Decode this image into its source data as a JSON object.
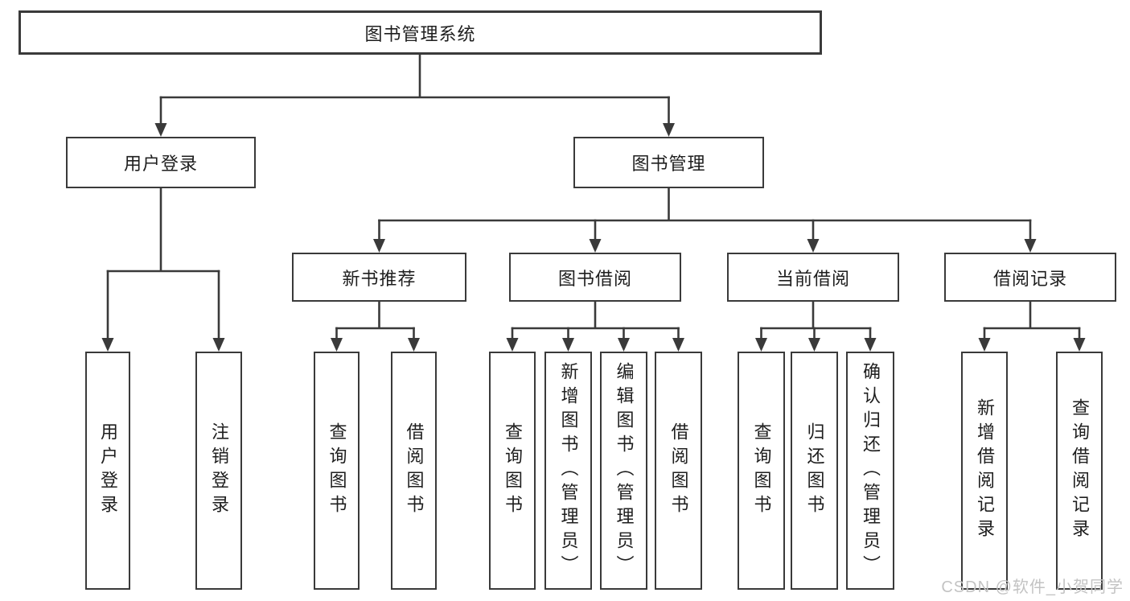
{
  "colors": {
    "line": "#3a3a3a",
    "border": "#3a3a3a",
    "text": "#1e1e1e",
    "background": "#ffffff",
    "watermark": "#c3c3c3"
  },
  "watermark": {
    "text": "CSDN @软件_小贺同学"
  },
  "diagram": {
    "root": {
      "label": "图书管理系统"
    },
    "branches": [
      {
        "label": "用户登录",
        "children": [
          {
            "label": "用户登录"
          },
          {
            "label": "注销登录"
          }
        ]
      },
      {
        "label": "图书管理",
        "children": [
          {
            "label": "新书推荐",
            "children": [
              {
                "label": "查询图书"
              },
              {
                "label": "借阅图书"
              }
            ]
          },
          {
            "label": "图书借阅",
            "children": [
              {
                "label": "查询图书"
              },
              {
                "label": "新增图书（管理员）"
              },
              {
                "label": "编辑图书（管理员）"
              },
              {
                "label": "借阅图书"
              }
            ]
          },
          {
            "label": "当前借阅",
            "children": [
              {
                "label": "查询图书"
              },
              {
                "label": "归还图书"
              },
              {
                "label": "确认归还（管理员）"
              }
            ]
          },
          {
            "label": "借阅记录",
            "children": [
              {
                "label": "新增借阅记录"
              },
              {
                "label": "查询借阅记录"
              }
            ]
          }
        ]
      }
    ]
  }
}
